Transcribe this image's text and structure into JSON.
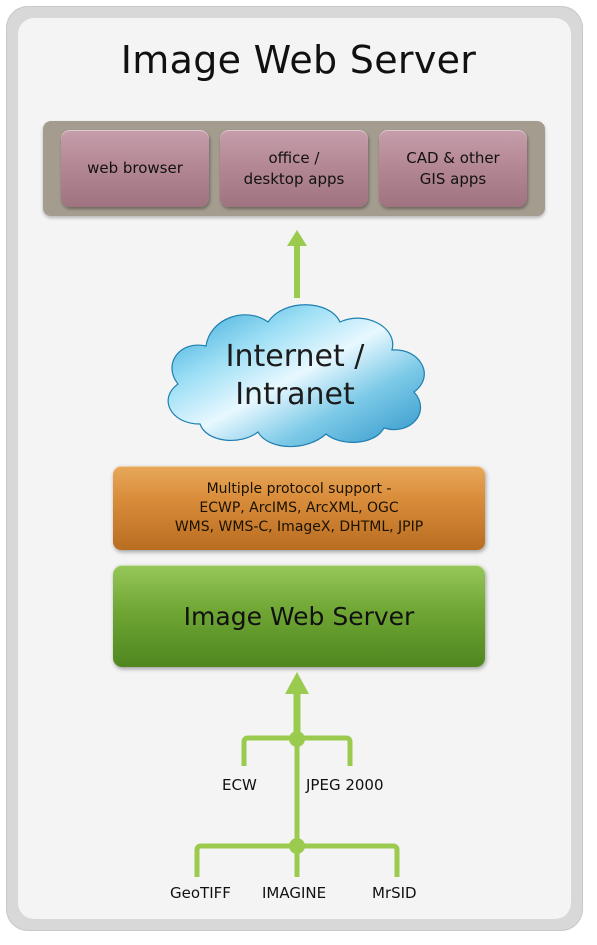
{
  "title": "Image Web Server",
  "clients": [
    {
      "label": "web browser"
    },
    {
      "label": "office /\ndesktop apps"
    },
    {
      "label": "CAD & other\nGIS apps"
    }
  ],
  "network": {
    "label": "Internet /\nIntranet"
  },
  "protocols": {
    "label": "Multiple protocol support -\nECWP, ArcIMS, ArcXML, OGC\nWMS, WMS-C, ImageX, DHTML, JPIP"
  },
  "server": {
    "label": "Image Web Server"
  },
  "formats_upper": [
    "ECW",
    "JPEG 2000"
  ],
  "formats_lower": [
    "GeoTIFF",
    "IMAGINE",
    "MrSID"
  ],
  "colors": {
    "arrow_green": "#9acb4e",
    "client_tray": "#a49d8f",
    "client_box": "#b58895",
    "protocol_box": "#d98c3a",
    "server_box": "#6fa634",
    "cloud": "#6fc5e6"
  }
}
